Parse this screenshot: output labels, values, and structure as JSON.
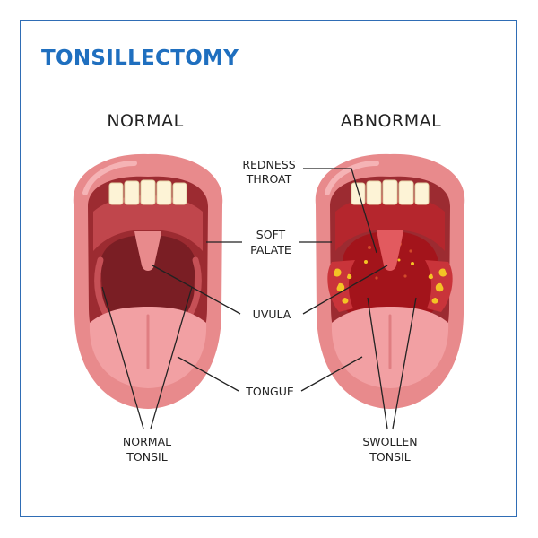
{
  "title": "TONSILLECTOMY",
  "panels": {
    "normal": "NORMAL",
    "abnormal": "ABNORMAL"
  },
  "labels": {
    "redness_throat": [
      "REDNESS",
      "THROAT"
    ],
    "soft_palate": [
      "SOFT",
      "PALATE"
    ],
    "uvula": "UVULA",
    "tongue": "TONGUE",
    "normal_tonsil": [
      "NORMAL",
      "TONSIL"
    ],
    "swollen_tonsil": [
      "SWOLLEN",
      "TONSIL"
    ]
  },
  "colors": {
    "accent": "#1f6fbf",
    "lips": "#e88a8c",
    "mouth_dark": "#9c2b31",
    "throat_normal": "#7a1e24",
    "throat_inflamed": "#a3141b",
    "tongue": "#f2a0a3",
    "pus": "#f3c325"
  }
}
